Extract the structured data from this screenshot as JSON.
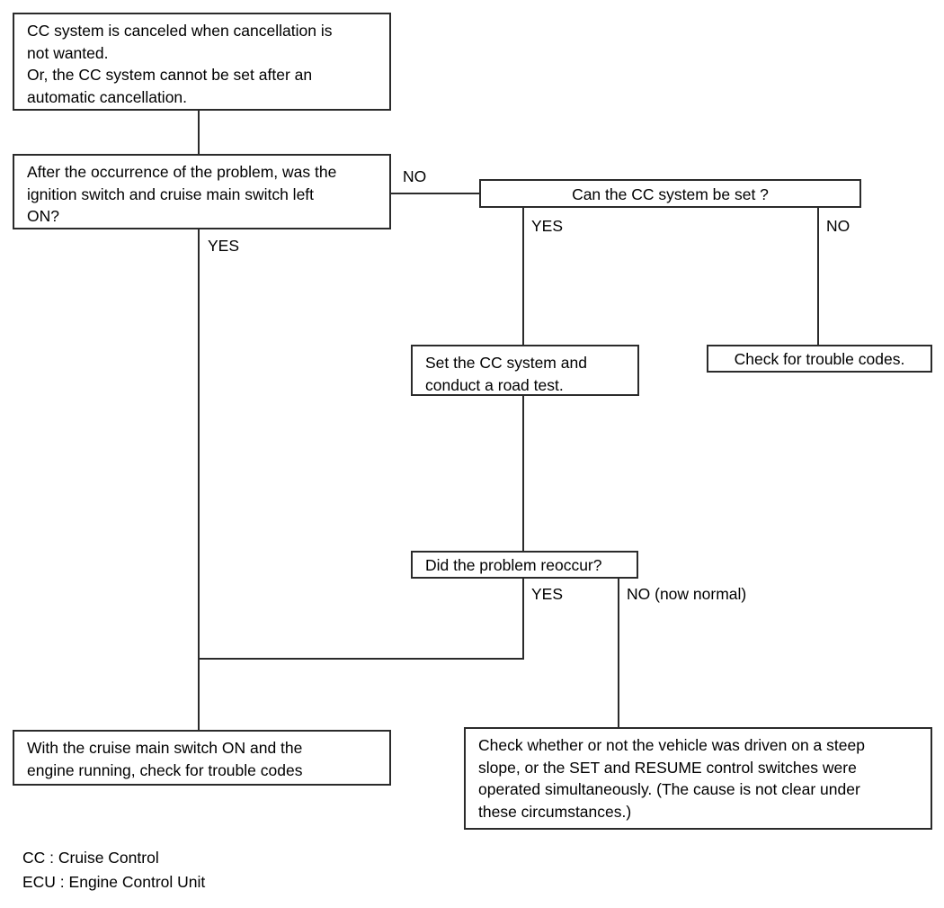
{
  "diagram": {
    "title": "Cruise Control System Troubleshooting Flowchart",
    "line_color": "#2b2b2b",
    "background_color": "#ffffff",
    "text_color": "#000000"
  },
  "nodes": {
    "symptom": {
      "line1": "CC system is canceled when cancellation is",
      "line2": "not wanted.",
      "line3": "Or, the CC system cannot be set after an",
      "line4": "automatic cancellation."
    },
    "question_ignition": {
      "line1": "After the occurrence of the problem, was the",
      "line2": "ignition switch and cruise main switch left",
      "line3": "ON?"
    },
    "question_can_set": {
      "text": "Can the CC system be set ?"
    },
    "action_road_test": {
      "line1": "Set the CC system and",
      "line2": "conduct a road test."
    },
    "action_check_codes": {
      "text": "Check for trouble codes."
    },
    "question_reoccur": {
      "text": "Did the problem reoccur?"
    },
    "action_cruise_codes": {
      "line1": "With the cruise main switch ON and the",
      "line2": "engine running, check for trouble codes"
    },
    "action_check_conditions": {
      "line1": "Check whether or not the vehicle was driven on a steep",
      "line2": "slope, or the SET and RESUME control switches were",
      "line3": "operated simultaneously. (The cause is not clear under",
      "line4": "these circumstances.)"
    }
  },
  "edge_labels": {
    "ignition_no": "NO",
    "ignition_yes": "YES",
    "can_set_yes": "YES",
    "can_set_no": "NO",
    "reoccur_yes": "YES",
    "reoccur_no": "NO (now normal)"
  },
  "legend": {
    "line1": "CC : Cruise Control",
    "line2": "ECU : Engine Control Unit"
  }
}
